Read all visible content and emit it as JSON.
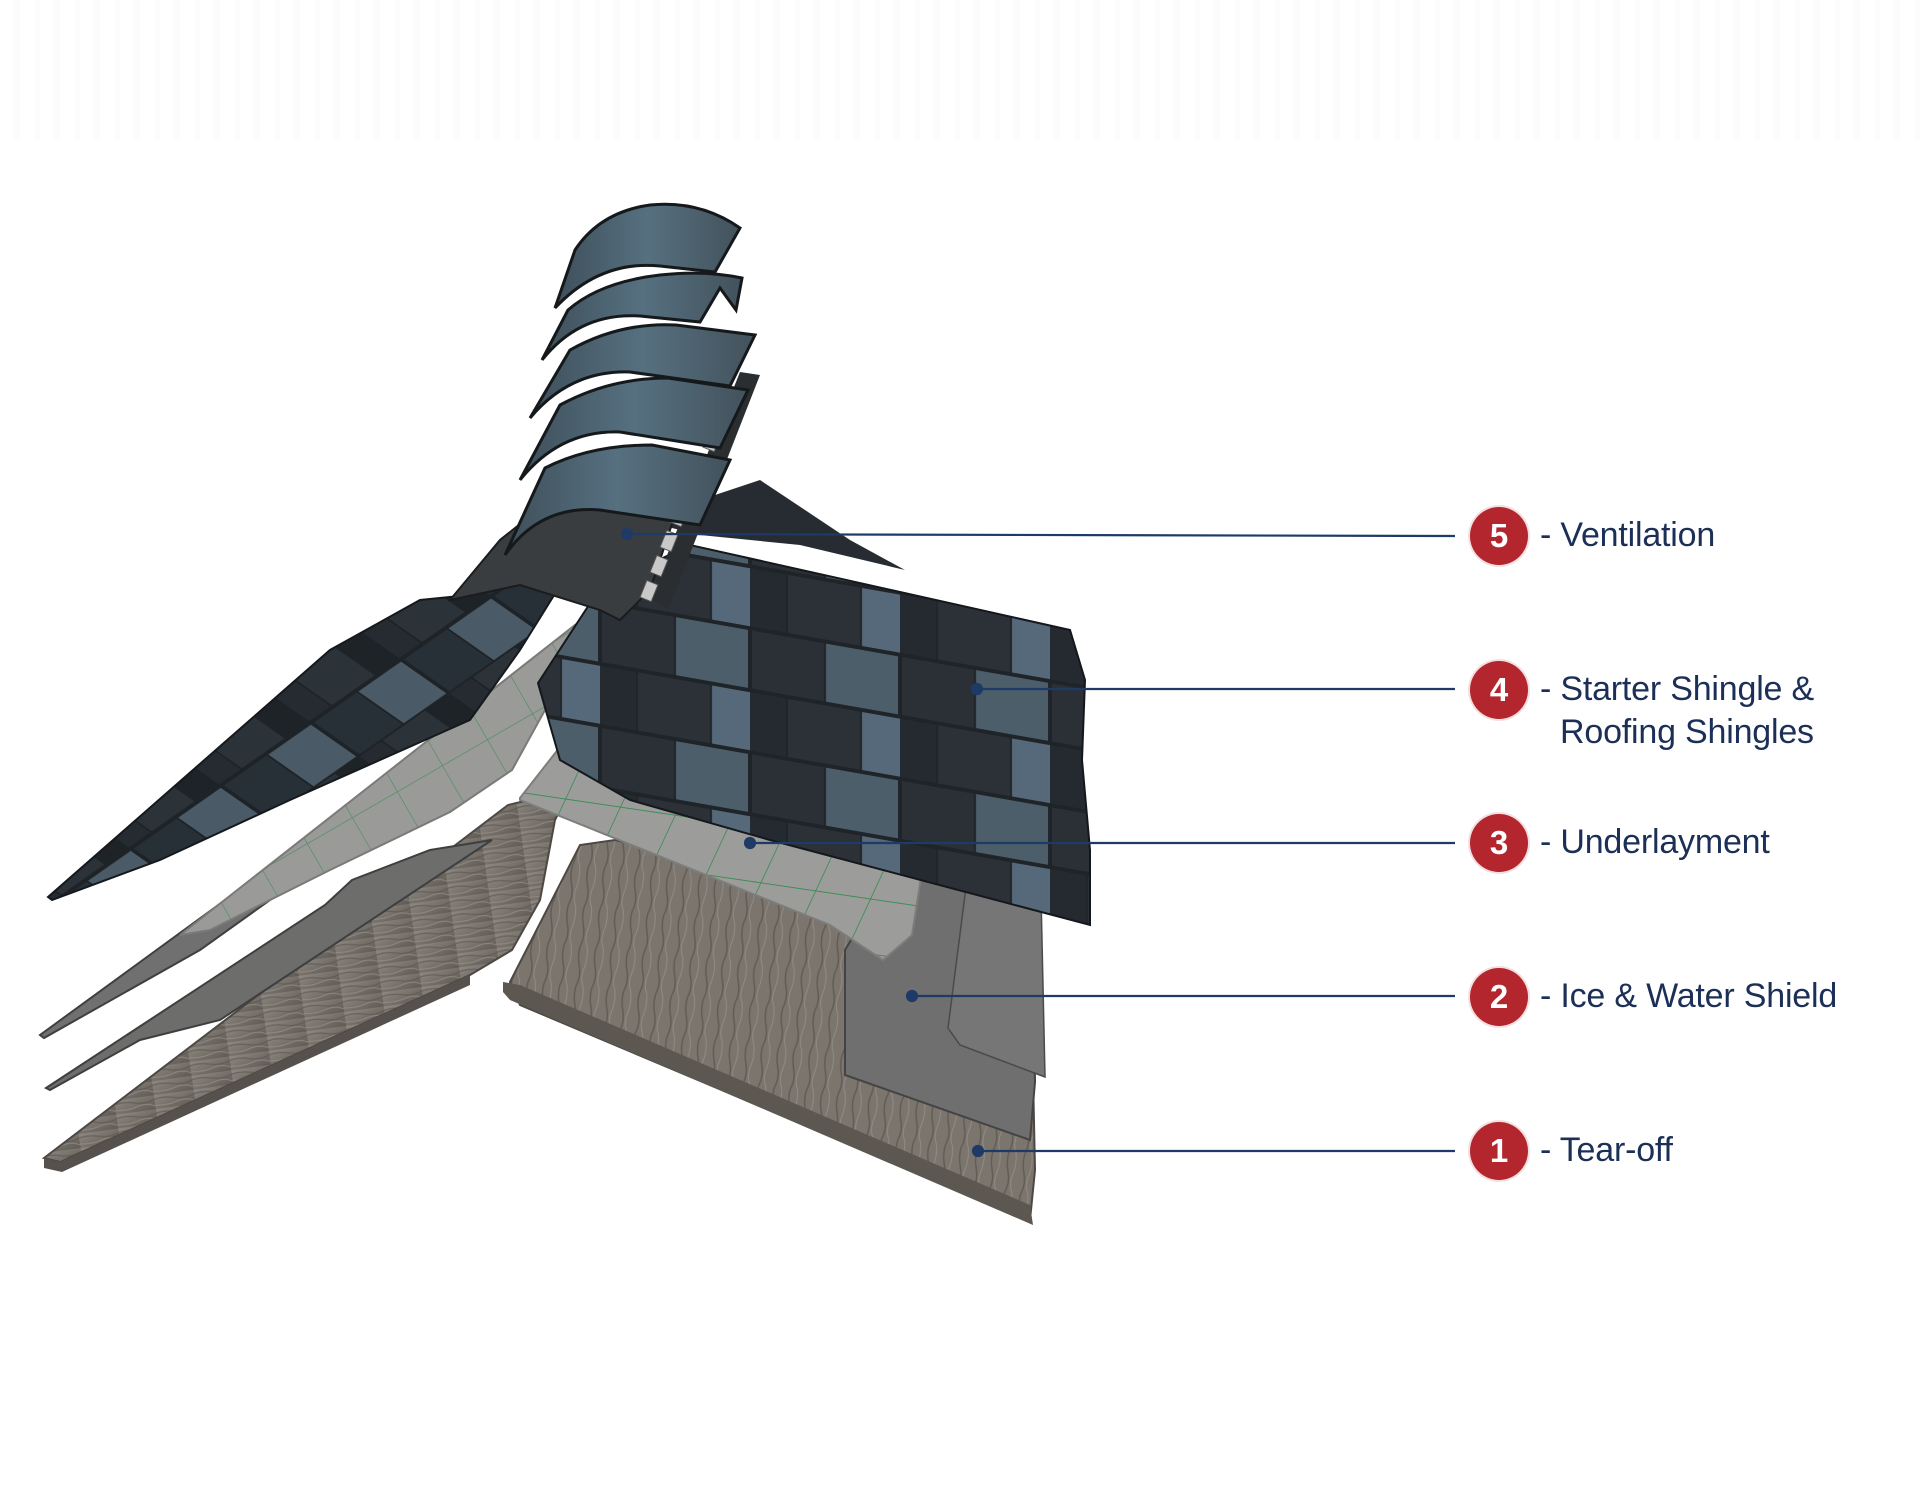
{
  "diagram": {
    "type": "exploded-roof-layers",
    "colors": {
      "badge": "#b3262e",
      "badge_text": "#ffffff",
      "label_text": "#1b2f57",
      "leader_line": "#1e3a66"
    },
    "layers": [
      {
        "number": "5",
        "label": "- Ventilation",
        "label_line2": ""
      },
      {
        "number": "4",
        "label": "- Starter Shingle &",
        "label_line2": "Roofing Shingles"
      },
      {
        "number": "3",
        "label": "- Underlayment",
        "label_line2": ""
      },
      {
        "number": "2",
        "label": "- Ice & Water Shield",
        "label_line2": ""
      },
      {
        "number": "1",
        "label": "- Tear-off",
        "label_line2": ""
      }
    ]
  }
}
